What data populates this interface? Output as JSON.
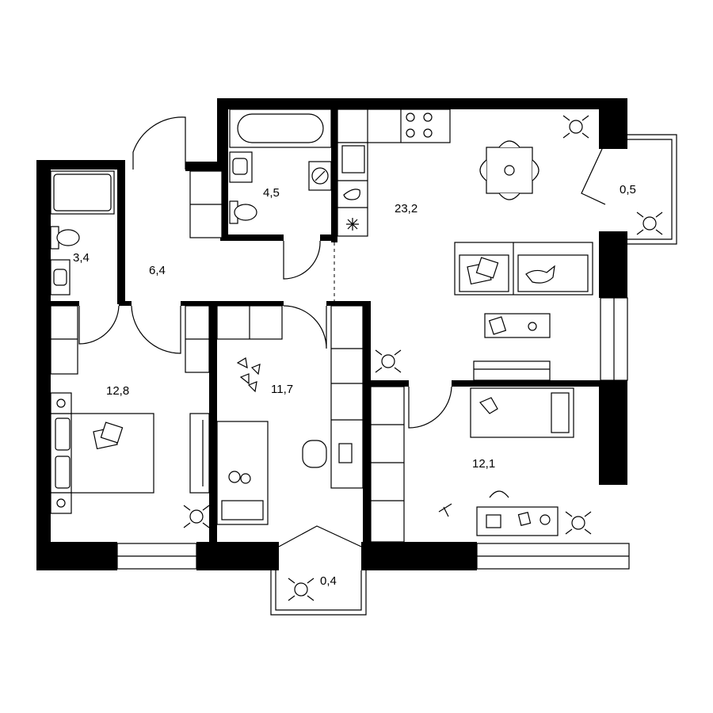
{
  "rooms": {
    "bathroom_small": "3,4",
    "bathroom_large": "4,5",
    "hallway": "6,4",
    "kitchen_living": "23,2",
    "balcony_right": "0,5",
    "bedroom_left": "12,8",
    "bedroom_middle": "11,7",
    "bedroom_right": "12,1",
    "balcony_bottom": "0,4"
  }
}
